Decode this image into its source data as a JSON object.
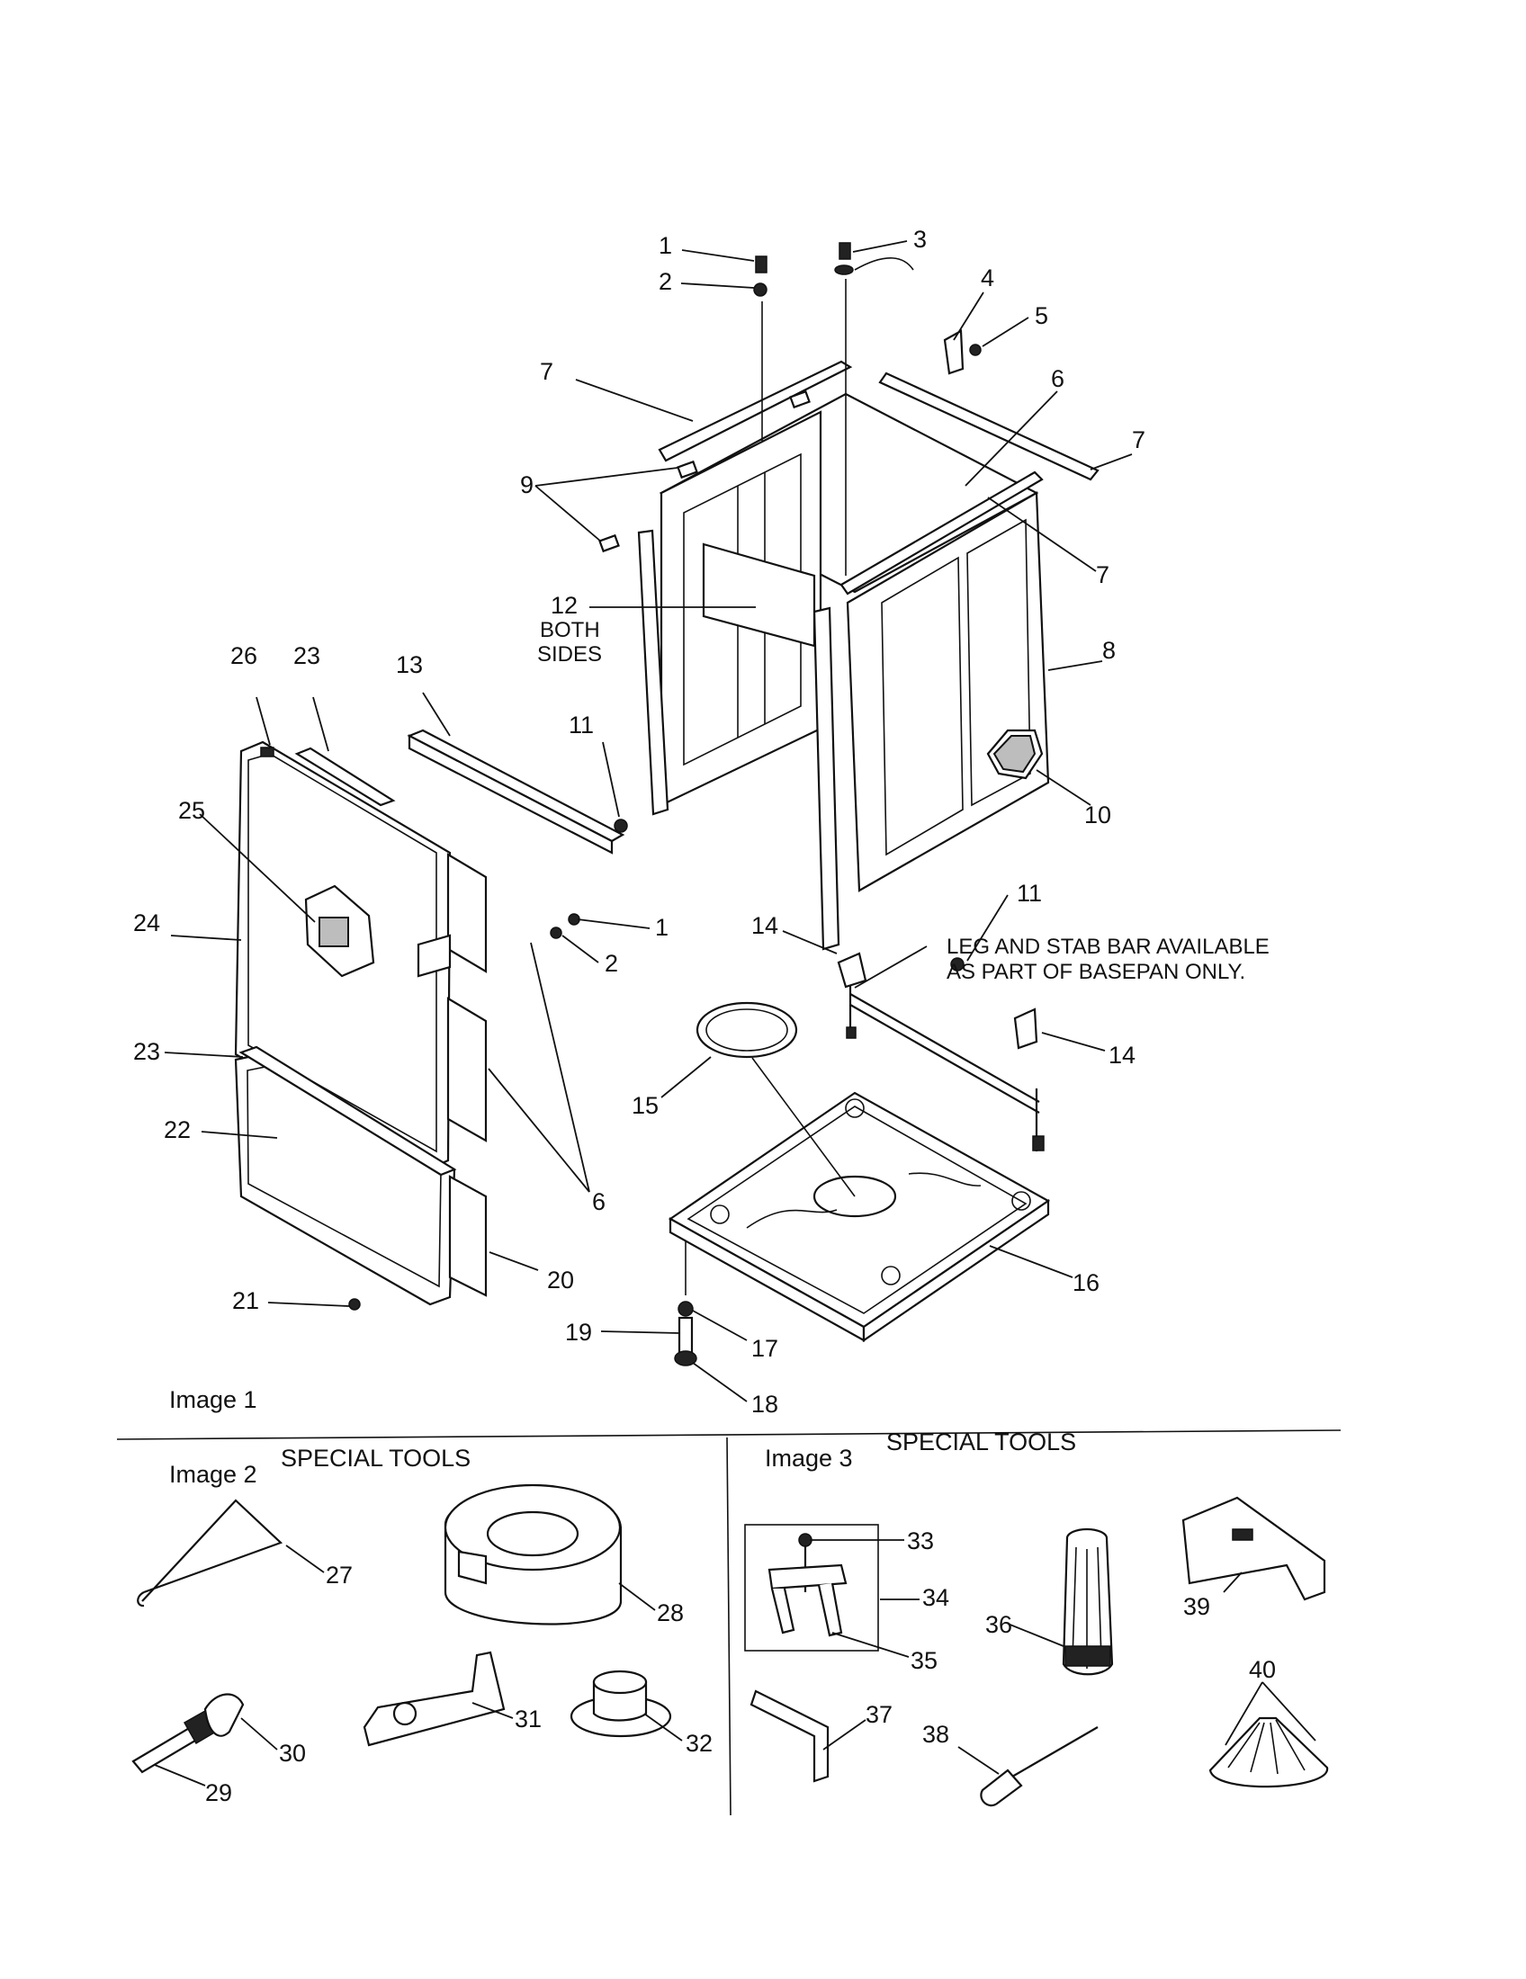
{
  "images": {
    "image1": {
      "label": "Image 1",
      "note_line1": "LEG AND STAB BAR AVAILABLE",
      "note_line2": "AS PART OF BASEPAN ONLY.",
      "both_sides_line1": "BOTH",
      "both_sides_line2": "SIDES"
    },
    "image2": {
      "label": "Image 2",
      "title": "SPECIAL  TOOLS"
    },
    "image3": {
      "label": "Image 3",
      "title": "SPECIAL  TOOLS"
    }
  },
  "callouts": {
    "c1a": "1",
    "c2a": "2",
    "c3": "3",
    "c4": "4",
    "c5": "5",
    "c6a": "6",
    "c7a": "7",
    "c7b": "7",
    "c7c": "7",
    "c8": "8",
    "c9": "9",
    "c10": "10",
    "c11a": "11",
    "c11b": "11",
    "c12": "12",
    "c13": "13",
    "c14a": "14",
    "c14b": "14",
    "c15": "15",
    "c16": "16",
    "c17": "17",
    "c18": "18",
    "c19": "19",
    "c20": "20",
    "c21": "21",
    "c22": "22",
    "c23a": "23",
    "c23b": "23",
    "c24": "24",
    "c25": "25",
    "c26": "26",
    "c1b": "1",
    "c2b": "2",
    "c6b": "6",
    "c27": "27",
    "c28": "28",
    "c29": "29",
    "c30": "30",
    "c31": "31",
    "c32": "32",
    "c33": "33",
    "c34": "34",
    "c35": "35",
    "c36": "36",
    "c37": "37",
    "c38": "38",
    "c39": "39",
    "c40": "40"
  }
}
